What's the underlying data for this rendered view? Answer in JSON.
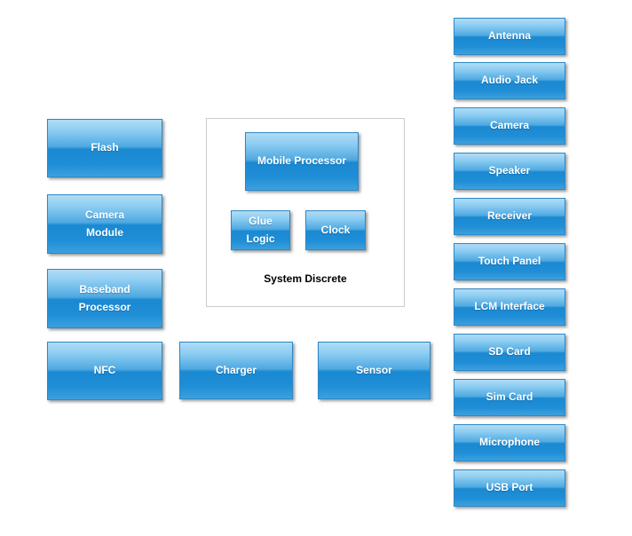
{
  "diagram": {
    "left_column": [
      {
        "label": "Flash"
      },
      {
        "label": "Camera Module"
      },
      {
        "label": "Baseband Processor"
      },
      {
        "label": "NFC"
      }
    ],
    "system_discrete": {
      "title": "System Discrete",
      "mobile_processor": "Mobile Processor",
      "glue_logic": "Glue Logic",
      "clock": "Clock"
    },
    "bottom_row": [
      {
        "label": "Charger"
      },
      {
        "label": "Sensor"
      }
    ],
    "right_column": [
      {
        "label": "Antenna"
      },
      {
        "label": "Audio Jack"
      },
      {
        "label": "Camera"
      },
      {
        "label": "Speaker"
      },
      {
        "label": "Receiver"
      },
      {
        "label": "Touch Panel"
      },
      {
        "label": "LCM Interface"
      },
      {
        "label": "SD Card"
      },
      {
        "label": "Sim Card"
      },
      {
        "label": "Microphone"
      },
      {
        "label": "USB Port"
      }
    ],
    "colors": {
      "node_gradient_top": "#b0dcf6",
      "node_gradient_bottom": "#1e8ed5",
      "node_border": "#2f87c4",
      "node_text": "#ffffff",
      "container_border": "#cccccc",
      "title_text": "#000000"
    }
  }
}
